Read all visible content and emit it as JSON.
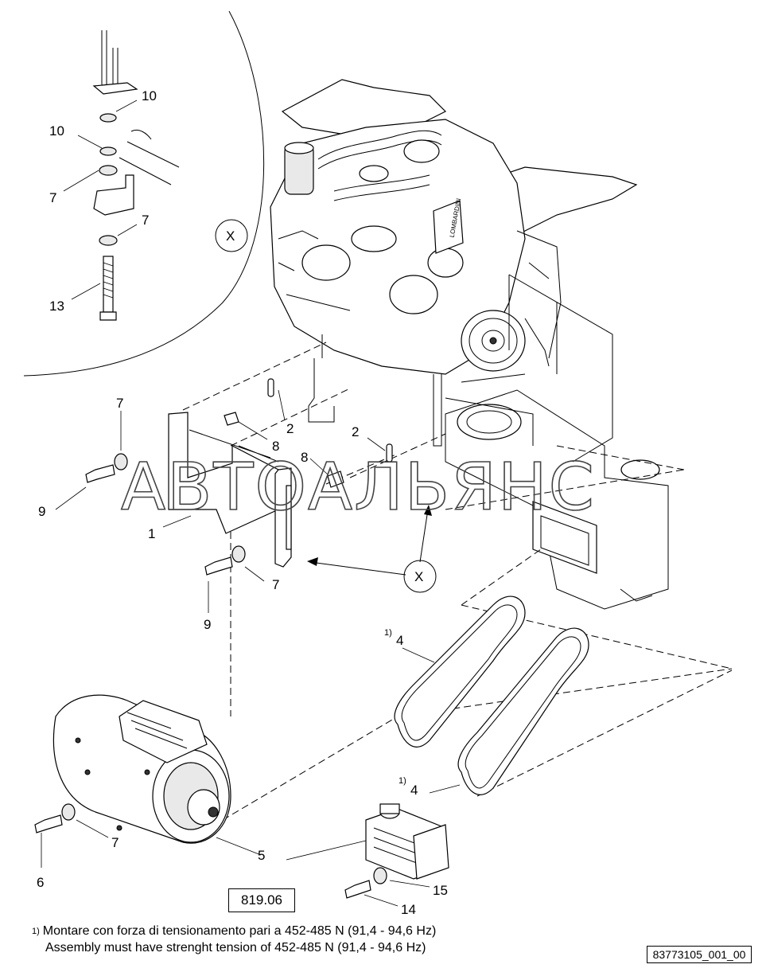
{
  "callouts": {
    "c10a": "10",
    "c10b": "10",
    "c7a": "7",
    "c7b": "7",
    "c13": "13",
    "cXa": "X",
    "c7c": "7",
    "c9a": "9",
    "c1": "1",
    "c2a": "2",
    "c8a": "8",
    "c2b": "2",
    "c8b": "8",
    "cXb": "X",
    "c7d": "7",
    "c9b": "9",
    "c4a": "4",
    "c4b": "4",
    "c6": "6",
    "c7e": "7",
    "c5": "5",
    "c15": "15",
    "c14": "14"
  },
  "footnote_marks": {
    "f1": "1)",
    "f2": "1)",
    "f3": "1)"
  },
  "watermark": "АВТОАЛЬЯНС",
  "reference_box": "819.06",
  "note": {
    "line1": "Montare con forza di tensionamento pari a 452-485 N (91,4 - 94,6 Hz)",
    "line2": "Assembly must have strenght tension of 452-485 N (91,4 - 94,6 Hz)"
  },
  "drawing_id": "83773105_001_00",
  "engine_label": "LOMBARDINI"
}
